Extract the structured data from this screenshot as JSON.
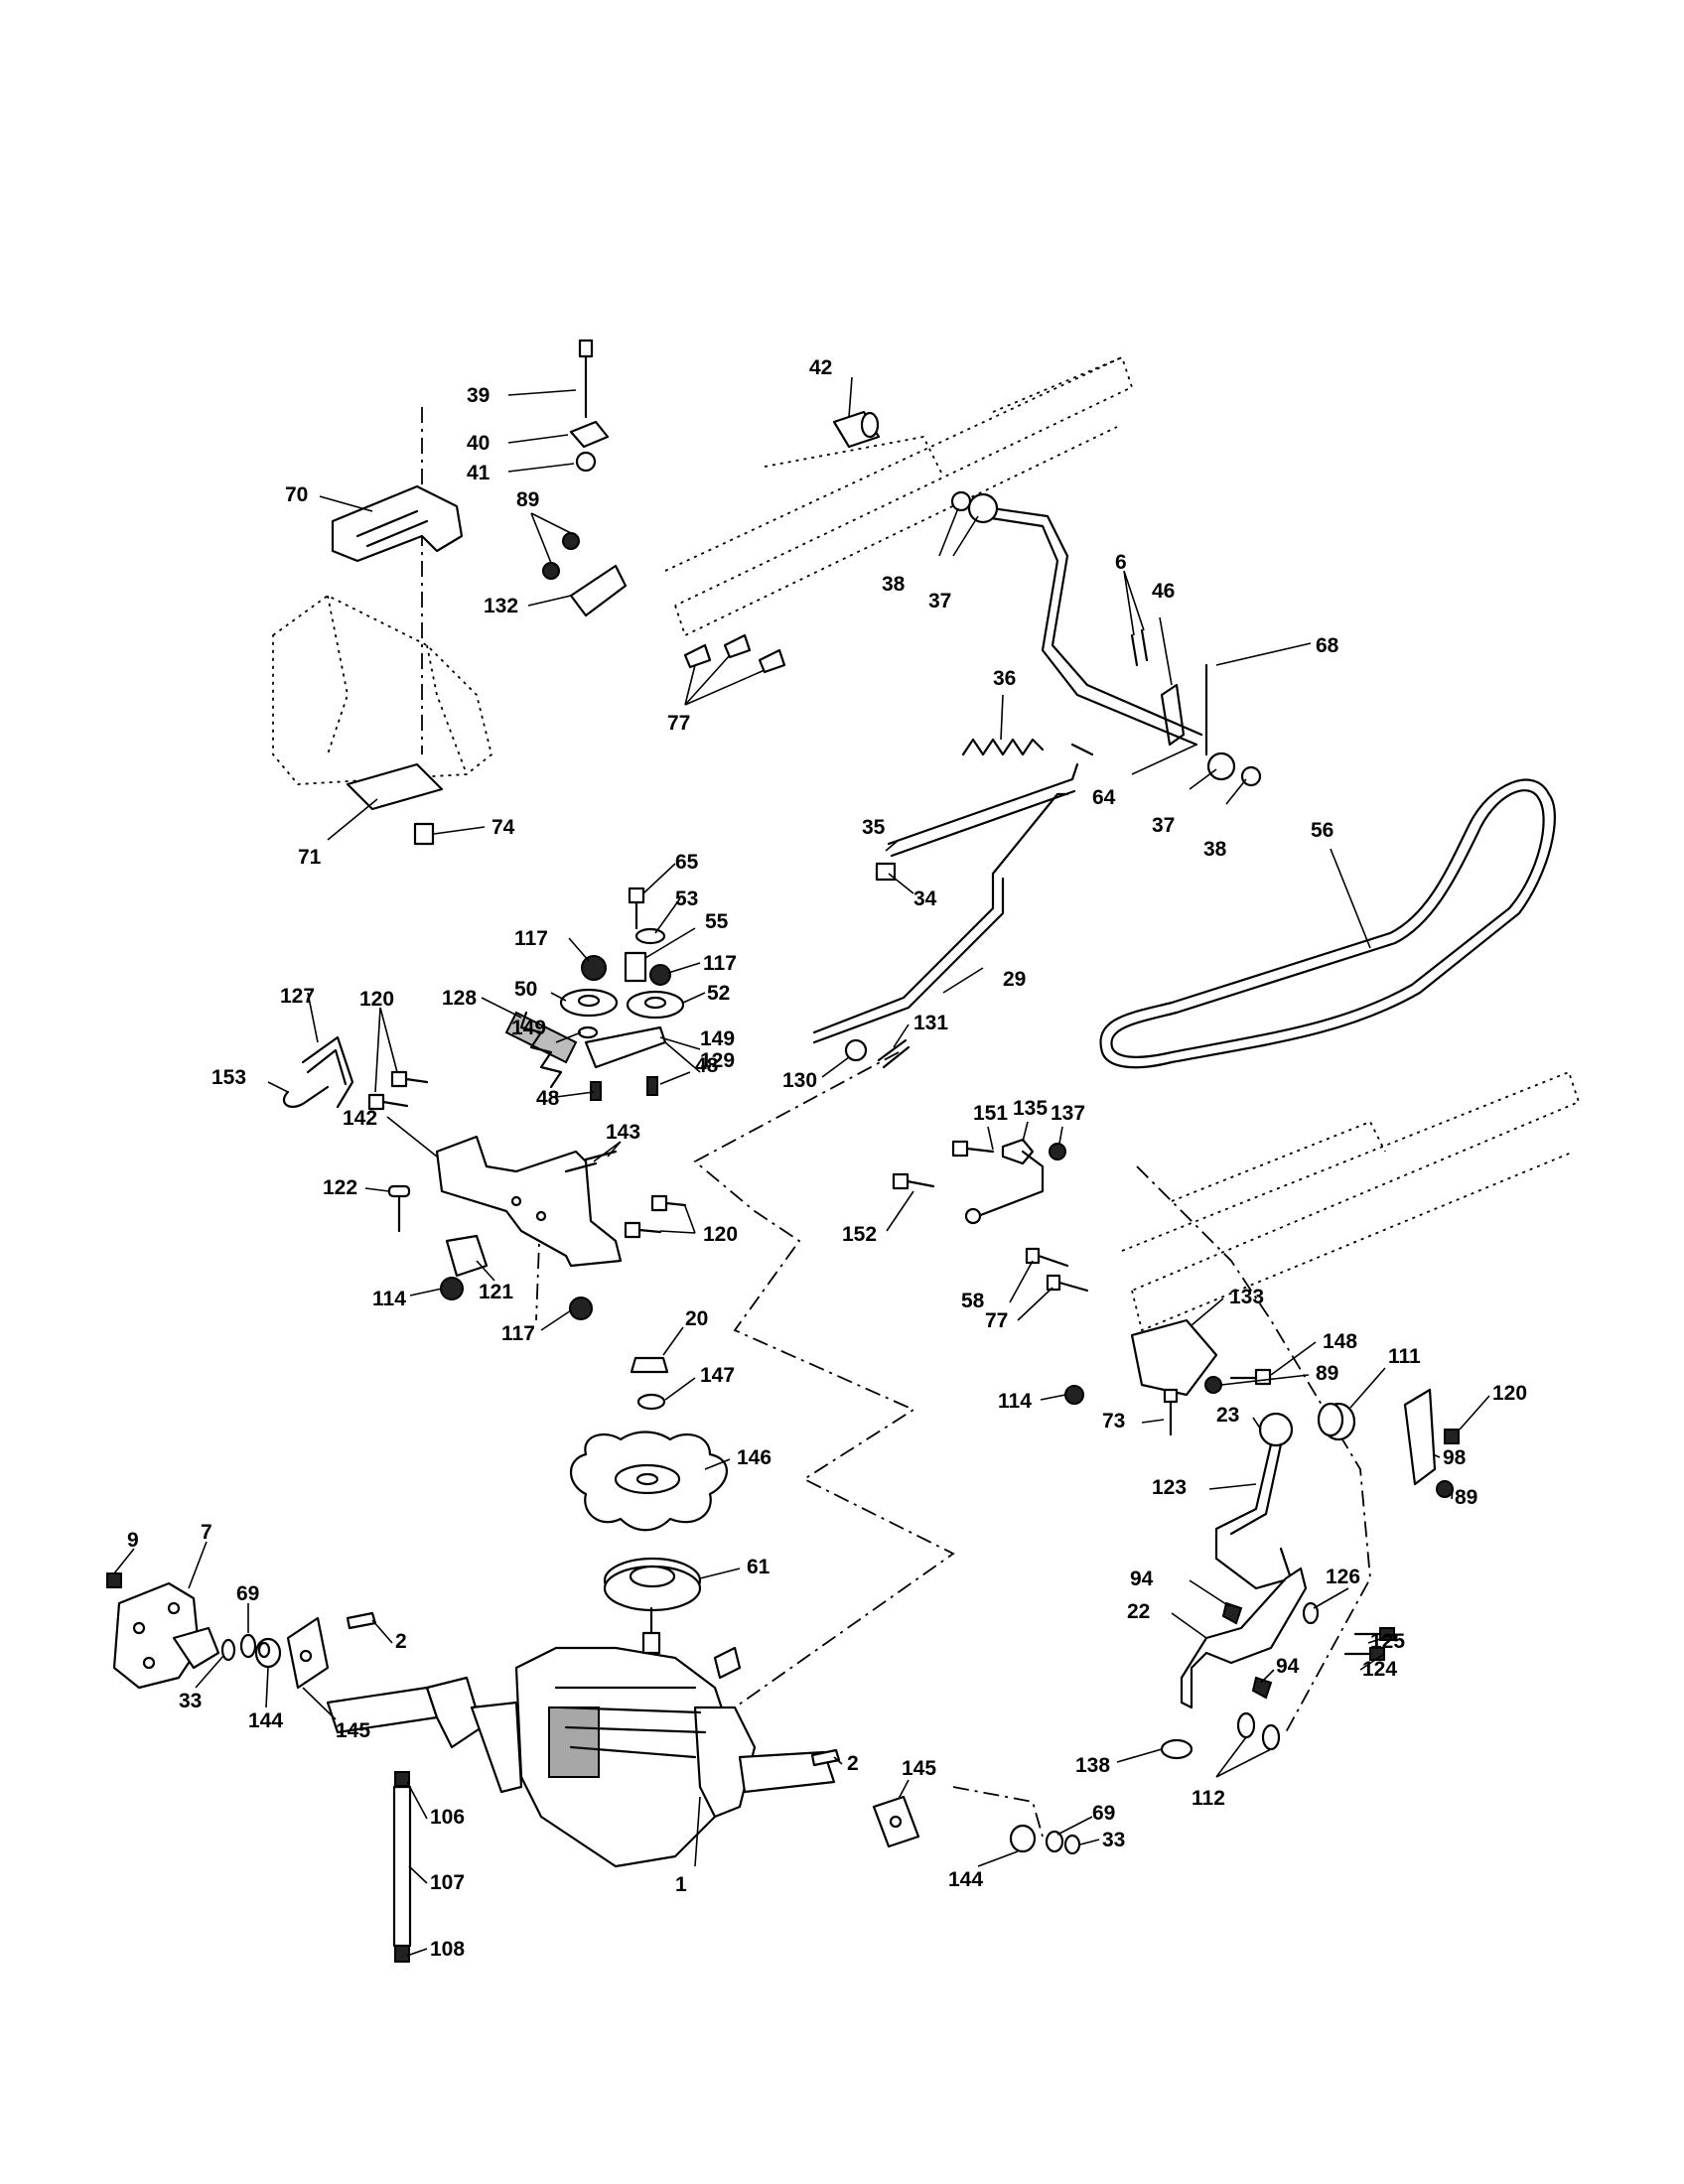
{
  "diagram": {
    "callouts": [
      "39",
      "40",
      "41",
      "70",
      "89",
      "132",
      "77",
      "42",
      "38",
      "37",
      "6",
      "46",
      "68",
      "36",
      "64",
      "37",
      "38",
      "56",
      "71",
      "74",
      "65",
      "53",
      "55",
      "117",
      "117",
      "50",
      "52",
      "128",
      "149",
      "149",
      "129",
      "127",
      "120",
      "48",
      "48",
      "153",
      "142",
      "35",
      "34",
      "29",
      "130",
      "131",
      "143",
      "122",
      "120",
      "121",
      "114",
      "117",
      "151",
      "135",
      "137",
      "152",
      "58",
      "77",
      "133",
      "148",
      "89",
      "111",
      "114",
      "73",
      "120",
      "98",
      "89",
      "20",
      "147",
      "146",
      "23",
      "123",
      "61",
      "9",
      "7",
      "69",
      "33",
      "144",
      "145",
      "2",
      "2",
      "145",
      "106",
      "107",
      "108",
      "1",
      "144",
      "69",
      "33",
      "94",
      "126",
      "22",
      "94",
      "125",
      "124",
      "138",
      "112"
    ]
  }
}
